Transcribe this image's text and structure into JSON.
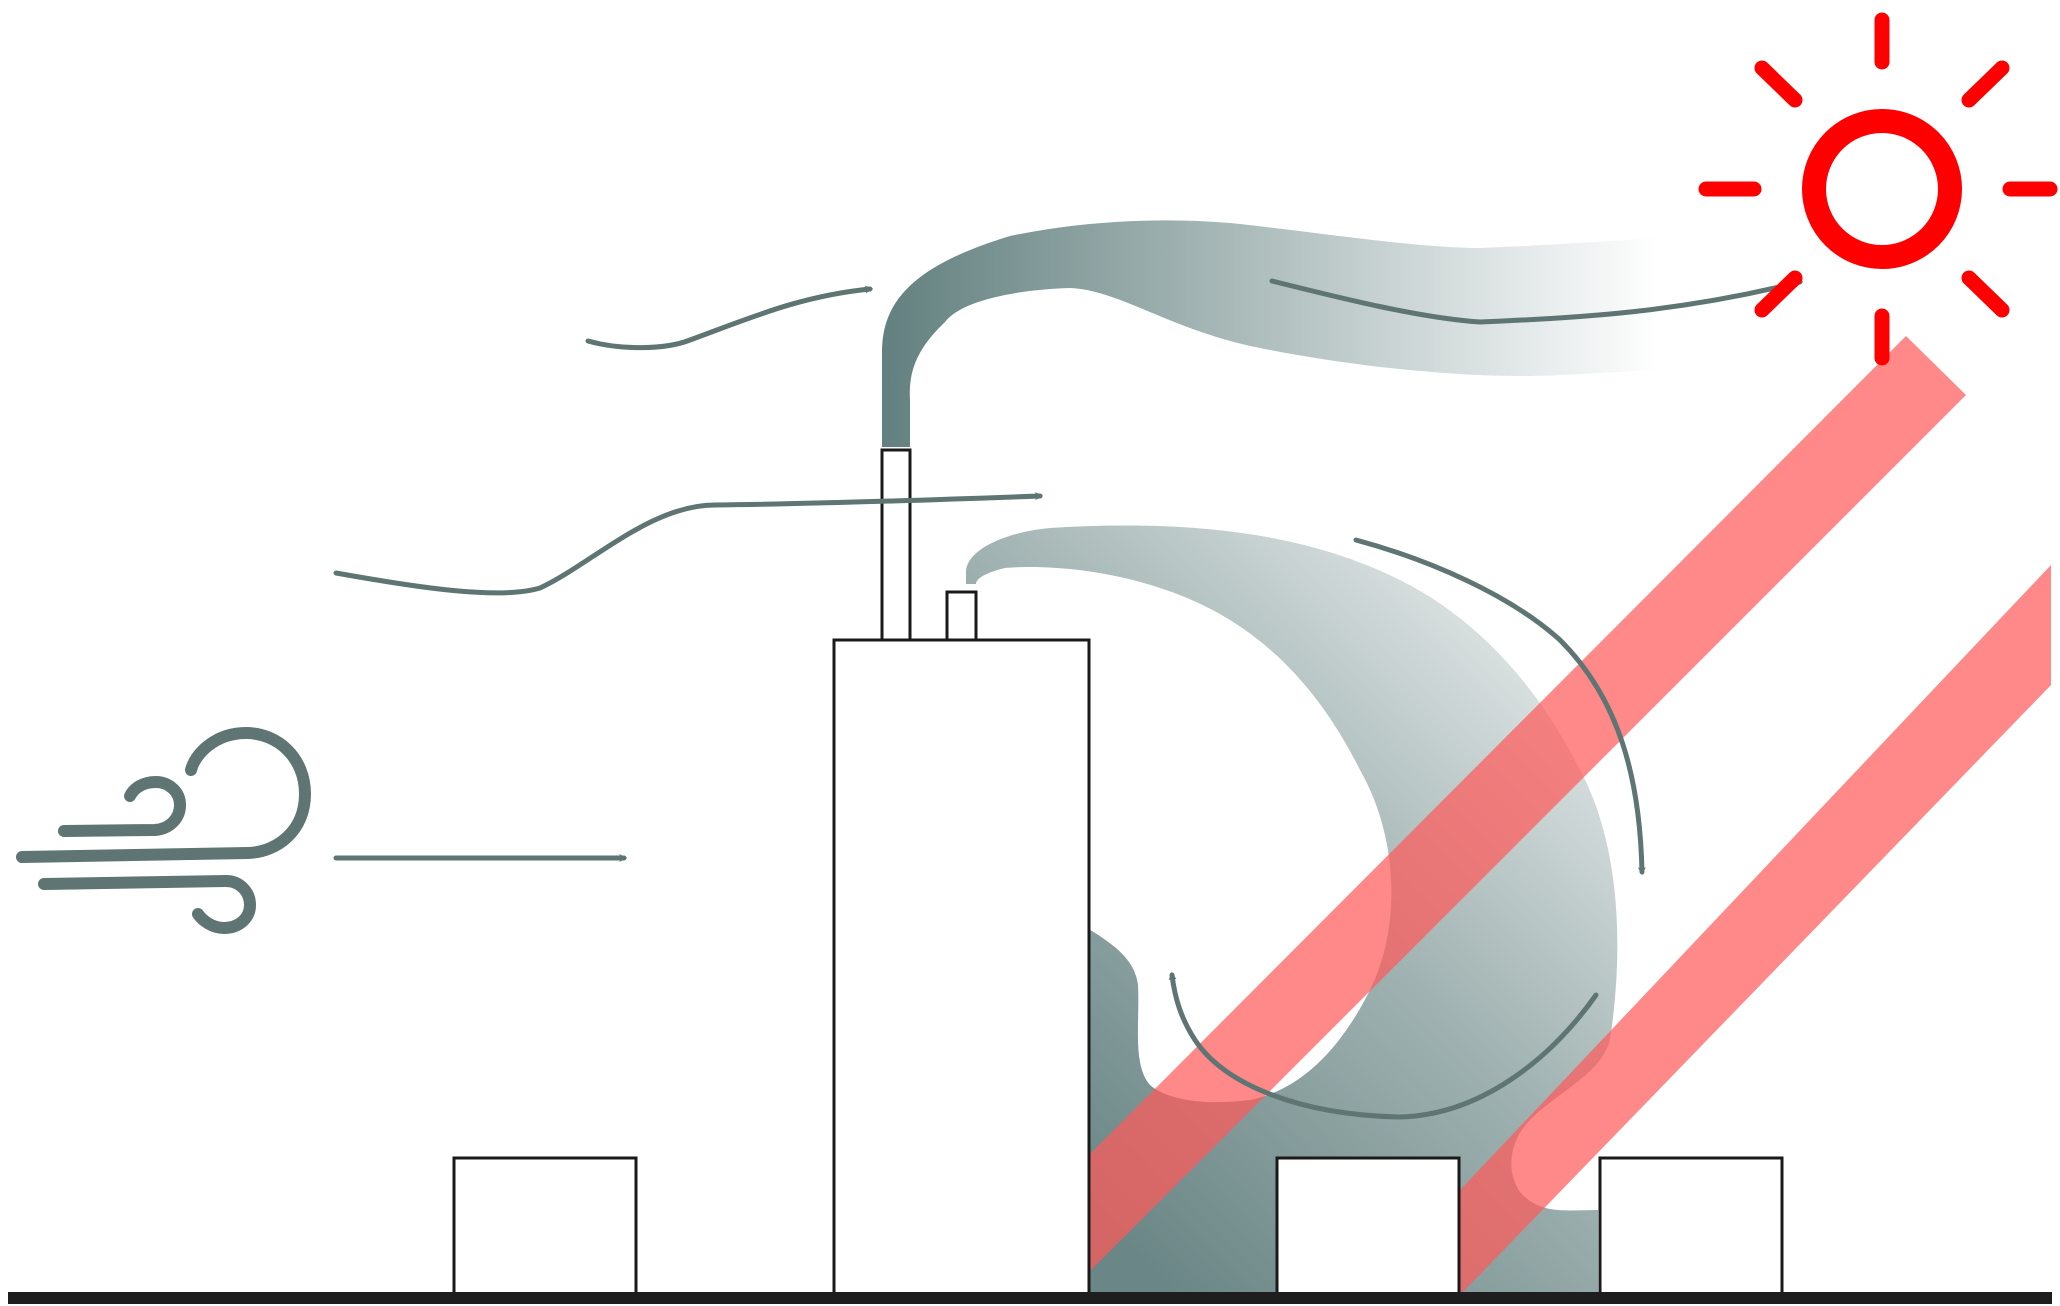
{
  "diagram": {
    "kind": "urban pollution dispersion illustration",
    "elements": [
      "wind-icon",
      "wind-arrows",
      "tall-building",
      "tall-chimney",
      "short-chimney",
      "low-buildings",
      "smoke-plume-high",
      "smoke-plume-low",
      "recirculation-arrows",
      "sun-icon",
      "sunlight-beams",
      "ground-line"
    ]
  },
  "colors": {
    "smoke": "#62807F",
    "arrow": "#5E7574",
    "sun": "#FF0000",
    "sunbeam": "#FF5A5A",
    "outline": "#1A1A1A",
    "ground": "#1E1E1E",
    "background": "#FFFFFF"
  },
  "icons": {
    "wind": "wind-icon",
    "sun": "sun-icon"
  }
}
